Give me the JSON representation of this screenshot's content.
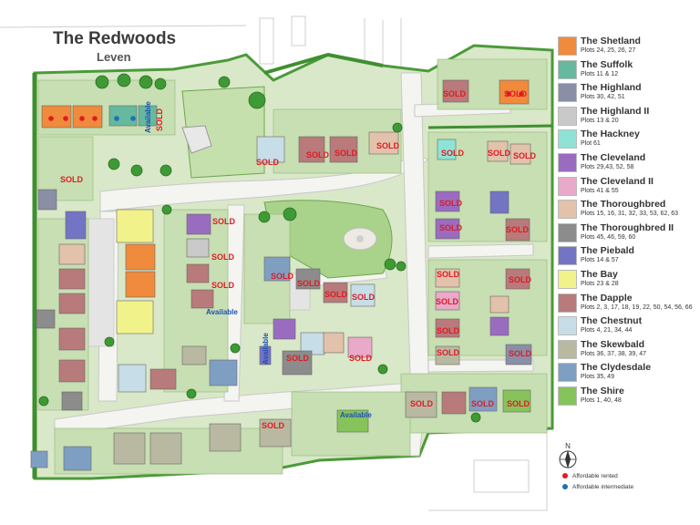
{
  "site": {
    "title": "The Redwoods",
    "subtitle": "Leven"
  },
  "status_labels": {
    "sold": "SOLD",
    "available": "Available"
  },
  "legend": [
    {
      "name": "The Shetland",
      "plots": "Plots 24, 25, 26, 27",
      "color": "#f08a3c"
    },
    {
      "name": "The Suffolk",
      "plots": "Plots 11 & 12",
      "color": "#66b89e"
    },
    {
      "name": "The Highland",
      "plots": "Plots 30, 42, 51",
      "color": "#8a8fa6"
    },
    {
      "name": "The Highland II",
      "plots": "Plots 13 & 20",
      "color": "#c9c9c9"
    },
    {
      "name": "The Hackney",
      "plots": "Plot 61",
      "color": "#8fe3d6"
    },
    {
      "name": "The Cleveland",
      "plots": "Plots 29,43, 52, 58",
      "color": "#9a6cc0"
    },
    {
      "name": "The Cleveland II",
      "plots": "Plots 41 & 55",
      "color": "#e9a9c8"
    },
    {
      "name": "The Thoroughbred",
      "plots": "Plots 15, 16, 31, 32, 33, 53, 62, 63",
      "color": "#e3c2ab"
    },
    {
      "name": "The Thoroughbred II",
      "plots": "Plots 45, 46, 59, 60",
      "color": "#8c8c8c"
    },
    {
      "name": "The Piebald",
      "plots": "Plots 14 & 57",
      "color": "#7474c4"
    },
    {
      "name": "The Bay",
      "plots": "Plots 23 & 28",
      "color": "#f2f28a"
    },
    {
      "name": "The Dapple",
      "plots": "Plots 2, 3, 17, 18, 19, 22, 50, 54, 56, 66",
      "color": "#b87a7a"
    },
    {
      "name": "The Chestnut",
      "plots": "Plots 4, 21, 34, 44",
      "color": "#c7dde8"
    },
    {
      "name": "The Skewbald",
      "plots": "Plots 36, 37, 38, 39, 47",
      "color": "#b9b9a1"
    },
    {
      "name": "The Clydesdale",
      "plots": "Plots 35, 49",
      "color": "#7f9fc2"
    },
    {
      "name": "The Shire",
      "plots": "Plots 1, 40, 48",
      "color": "#86c45b"
    }
  ],
  "key": [
    {
      "label": "Affordable rented",
      "color": "#e01b24"
    },
    {
      "label": "Affordable intermediate",
      "color": "#1f6fb8"
    }
  ],
  "compass_label": "N"
}
